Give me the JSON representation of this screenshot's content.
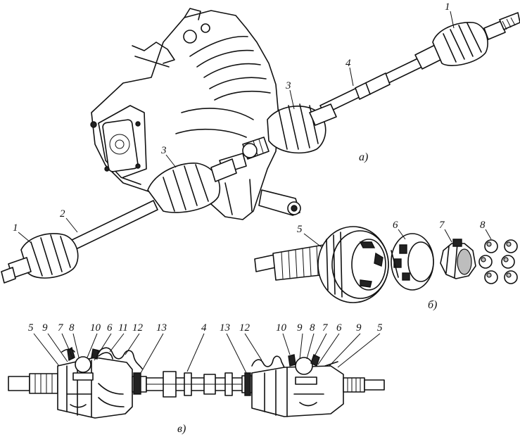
{
  "captions": {
    "a": "а)",
    "b": "б)",
    "v": "в)"
  },
  "assembly_labels": [
    "1",
    "1",
    "2",
    "3",
    "3",
    "4"
  ],
  "parts_labels": [
    "5",
    "6",
    "7",
    "8"
  ],
  "section_labels_left": [
    "5",
    "9",
    "7",
    "8",
    "10",
    "6",
    "11",
    "12",
    "13"
  ],
  "section_labels_mid": [
    "4",
    "13",
    "12"
  ],
  "section_labels_right": [
    "10",
    "9",
    "8",
    "7",
    "6",
    "9",
    "5"
  ]
}
